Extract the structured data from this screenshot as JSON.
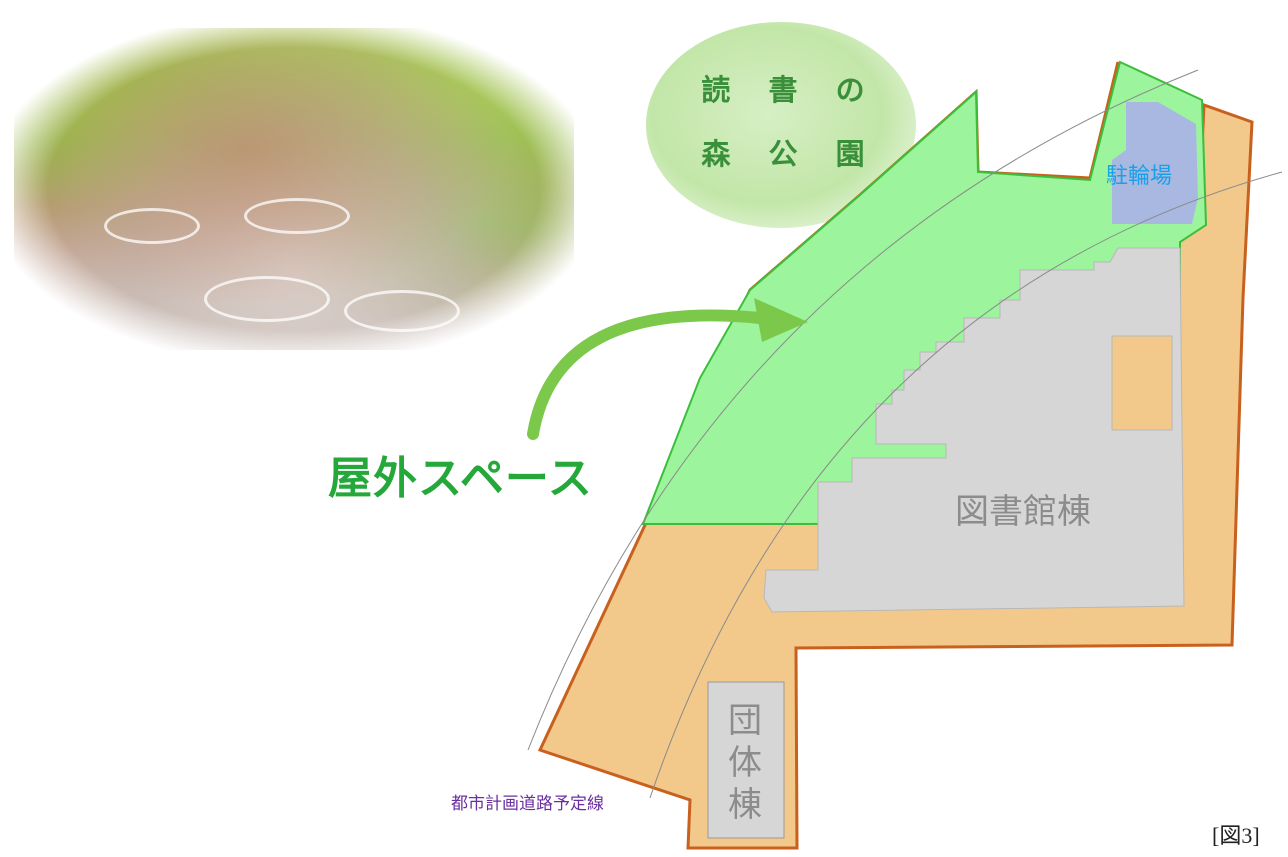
{
  "photo": {
    "subject": "outdoor-cafe-terrace-photo"
  },
  "bubble": {
    "line1": "読 書 の",
    "line2": "森 公 園"
  },
  "labels": {
    "outdoor_space": "屋外スペース",
    "bicycle_parking": "駐輪場",
    "library_building": "図書館棟",
    "group_building": [
      "団",
      "体",
      "棟"
    ],
    "road_line": "都市計画道路予定線",
    "figure_number": "[図3]"
  },
  "colors": {
    "site": "#f2c98a",
    "site_border": "#c8601e",
    "outdoor": "#9cf59c",
    "outdoor_border": "#3bbf3b",
    "building": "#d6d6d6",
    "bike": "#a9b8e0",
    "arrow": "#7cc84a"
  }
}
